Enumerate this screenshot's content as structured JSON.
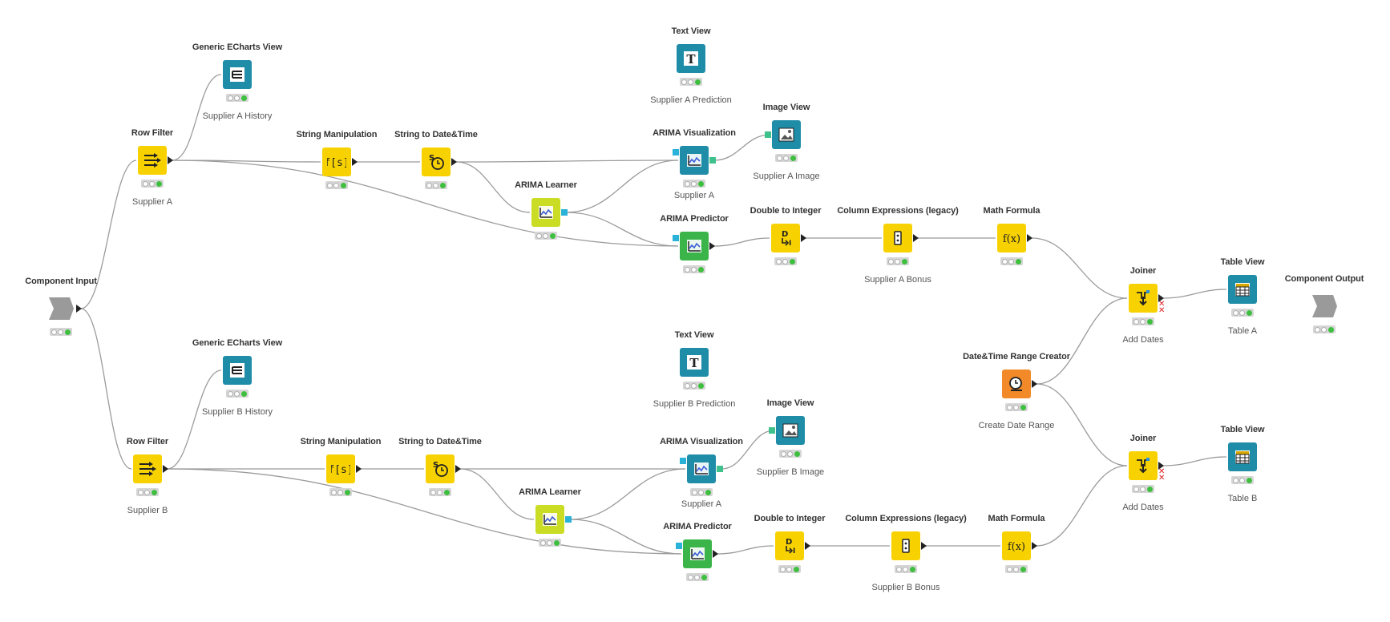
{
  "colors": {
    "manipulator": "#f8d200",
    "learner": "#cbdc24",
    "predictor": "#3bb54a",
    "view": "#1f8da8",
    "source": "#f28a2a",
    "component_io": "#9a9a9a",
    "connection": "#9b9b9b",
    "model_port": "#2ab2d8",
    "image_port": "#3ec18b",
    "status_ok": "#3fbf3f"
  },
  "nodes": [
    {
      "id": "component-input",
      "title": "Component Input",
      "annotation": "",
      "icon": "component-input-icon",
      "kind": "component_io",
      "interactable": true
    },
    {
      "id": "component-output",
      "title": "Component Output",
      "annotation": "",
      "icon": "component-output-icon",
      "kind": "component_io",
      "interactable": true
    },
    {
      "id": "row-filter-a",
      "title": "Row Filter",
      "annotation": "Supplier A",
      "icon": "row-filter-icon",
      "kind": "manipulator",
      "interactable": true
    },
    {
      "id": "echarts-a",
      "title": "Generic ECharts View",
      "annotation": "Supplier A History",
      "icon": "echarts-icon",
      "kind": "view",
      "interactable": true
    },
    {
      "id": "string-manip-a",
      "title": "String Manipulation",
      "annotation": "",
      "icon": "string-manipulation-icon",
      "kind": "manipulator",
      "interactable": true
    },
    {
      "id": "string-date-a",
      "title": "String to Date&Time",
      "annotation": "",
      "icon": "string-to-datetime-icon",
      "kind": "manipulator",
      "interactable": true
    },
    {
      "id": "arima-learner-a",
      "title": "ARIMA Learner",
      "annotation": "",
      "icon": "arima-learner-icon",
      "kind": "learner",
      "interactable": true
    },
    {
      "id": "text-view-a",
      "title": "Text View",
      "annotation": "Supplier A Prediction",
      "icon": "text-view-icon",
      "kind": "view",
      "interactable": true
    },
    {
      "id": "arima-viz-a",
      "title": "ARIMA Visualization",
      "annotation": "Supplier A",
      "icon": "arima-visualization-icon",
      "kind": "view",
      "interactable": true
    },
    {
      "id": "image-view-a",
      "title": "Image View",
      "annotation": "Supplier A Image",
      "icon": "image-view-icon",
      "kind": "view",
      "interactable": true
    },
    {
      "id": "arima-pred-a",
      "title": "ARIMA Predictor",
      "annotation": "",
      "icon": "arima-predictor-icon",
      "kind": "predictor",
      "interactable": true
    },
    {
      "id": "double-int-a",
      "title": "Double to Integer",
      "annotation": "",
      "icon": "double-to-integer-icon",
      "kind": "manipulator",
      "interactable": true
    },
    {
      "id": "col-expr-a",
      "title": "Column Expressions (legacy)",
      "annotation": "Supplier A Bonus",
      "icon": "column-expressions-icon",
      "kind": "manipulator",
      "interactable": true
    },
    {
      "id": "math-a",
      "title": "Math Formula",
      "annotation": "",
      "icon": "math-formula-icon",
      "kind": "manipulator",
      "interactable": true
    },
    {
      "id": "joiner-a",
      "title": "Joiner",
      "annotation": "Add Dates",
      "icon": "joiner-icon",
      "kind": "manipulator",
      "interactable": true
    },
    {
      "id": "table-view-a",
      "title": "Table View",
      "annotation": "Table A",
      "icon": "table-view-icon",
      "kind": "view",
      "interactable": true
    },
    {
      "id": "datetime-range",
      "title": "Date&Time Range Creator",
      "annotation": "Create Date Range",
      "icon": "datetime-range-creator-icon",
      "kind": "source",
      "interactable": true
    },
    {
      "id": "row-filter-b",
      "title": "Row Filter",
      "annotation": "Supplier B",
      "icon": "row-filter-icon",
      "kind": "manipulator",
      "interactable": true
    },
    {
      "id": "echarts-b",
      "title": "Generic ECharts View",
      "annotation": "Supplier B History",
      "icon": "echarts-icon",
      "kind": "view",
      "interactable": true
    },
    {
      "id": "string-manip-b",
      "title": "String Manipulation",
      "annotation": "",
      "icon": "string-manipulation-icon",
      "kind": "manipulator",
      "interactable": true
    },
    {
      "id": "string-date-b",
      "title": "String to Date&Time",
      "annotation": "",
      "icon": "string-to-datetime-icon",
      "kind": "manipulator",
      "interactable": true
    },
    {
      "id": "arima-learner-b",
      "title": "ARIMA Learner",
      "annotation": "",
      "icon": "arima-learner-icon",
      "kind": "learner",
      "interactable": true
    },
    {
      "id": "text-view-b",
      "title": "Text View",
      "annotation": "Supplier B Prediction",
      "icon": "text-view-icon",
      "kind": "view",
      "interactable": true
    },
    {
      "id": "arima-viz-b",
      "title": "ARIMA Visualization",
      "annotation": "Supplier A",
      "icon": "arima-visualization-icon",
      "kind": "view",
      "interactable": true
    },
    {
      "id": "image-view-b",
      "title": "Image View",
      "annotation": "Supplier B Image",
      "icon": "image-view-icon",
      "kind": "view",
      "interactable": true
    },
    {
      "id": "arima-pred-b",
      "title": "ARIMA Predictor",
      "annotation": "",
      "icon": "arima-predictor-icon",
      "kind": "predictor",
      "interactable": true
    },
    {
      "id": "double-int-b",
      "title": "Double to Integer",
      "annotation": "",
      "icon": "double-to-integer-icon",
      "kind": "manipulator",
      "interactable": true
    },
    {
      "id": "col-expr-b",
      "title": "Column Expressions (legacy)",
      "annotation": "Supplier B Bonus",
      "icon": "column-expressions-icon",
      "kind": "manipulator",
      "interactable": true
    },
    {
      "id": "math-b",
      "title": "Math Formula",
      "annotation": "",
      "icon": "math-formula-icon",
      "kind": "manipulator",
      "interactable": true
    },
    {
      "id": "joiner-b",
      "title": "Joiner",
      "annotation": "Add Dates",
      "icon": "joiner-icon",
      "kind": "manipulator",
      "interactable": true
    },
    {
      "id": "table-view-b",
      "title": "Table View",
      "annotation": "Table B",
      "icon": "table-view-icon",
      "kind": "view",
      "interactable": true
    }
  ],
  "connections": [
    [
      "component-input",
      "row-filter-a"
    ],
    [
      "component-input",
      "row-filter-b"
    ],
    [
      "row-filter-a",
      "echarts-a"
    ],
    [
      "row-filter-a",
      "string-manip-a"
    ],
    [
      "row-filter-a",
      "arima-pred-a"
    ],
    [
      "string-manip-a",
      "string-date-a"
    ],
    [
      "string-date-a",
      "arima-viz-a"
    ],
    [
      "string-date-a",
      "arima-learner-a"
    ],
    [
      "arima-learner-a",
      "arima-viz-a"
    ],
    [
      "arima-learner-a",
      "arima-pred-a"
    ],
    [
      "arima-viz-a",
      "image-view-a"
    ],
    [
      "arima-pred-a",
      "double-int-a"
    ],
    [
      "double-int-a",
      "col-expr-a"
    ],
    [
      "col-expr-a",
      "math-a"
    ],
    [
      "math-a",
      "joiner-a"
    ],
    [
      "joiner-a",
      "table-view-a"
    ],
    [
      "datetime-range",
      "joiner-a"
    ],
    [
      "datetime-range",
      "joiner-b"
    ],
    [
      "row-filter-b",
      "echarts-b"
    ],
    [
      "row-filter-b",
      "string-manip-b"
    ],
    [
      "row-filter-b",
      "arima-pred-b"
    ],
    [
      "string-manip-b",
      "string-date-b"
    ],
    [
      "string-date-b",
      "arima-viz-b"
    ],
    [
      "string-date-b",
      "arima-learner-b"
    ],
    [
      "arima-learner-b",
      "arima-viz-b"
    ],
    [
      "arima-learner-b",
      "arima-pred-b"
    ],
    [
      "arima-viz-b",
      "image-view-b"
    ],
    [
      "arima-pred-b",
      "double-int-b"
    ],
    [
      "double-int-b",
      "col-expr-b"
    ],
    [
      "col-expr-b",
      "math-b"
    ],
    [
      "math-b",
      "joiner-b"
    ],
    [
      "joiner-b",
      "table-view-b"
    ]
  ]
}
